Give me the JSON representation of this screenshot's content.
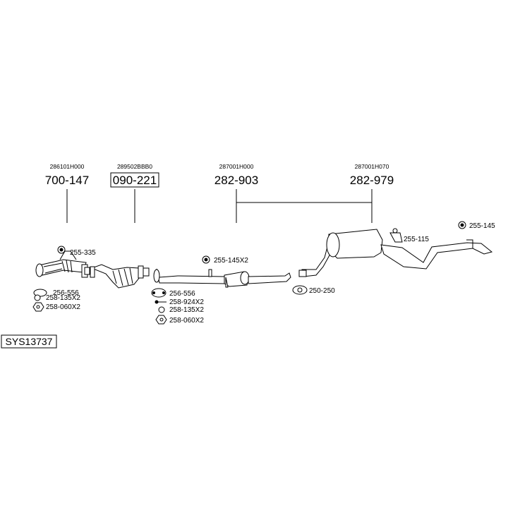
{
  "system_code": "SYS13737",
  "groups": [
    {
      "oem": "286101H000",
      "part": "700-147",
      "boxed": false
    },
    {
      "oem": "289502BBB0",
      "part": "090-221",
      "boxed": true
    },
    {
      "oem": "287001H000",
      "part": "282-903",
      "boxed": false
    },
    {
      "oem": "287001H070",
      "part": "282-979",
      "boxed": false
    }
  ],
  "fittings": {
    "f1": "255-335",
    "f2": "256-556",
    "f3": "258-135X2",
    "f4": "258-060X2",
    "f5": "256-556",
    "f6": "258-924X2",
    "f7": "258-135X2",
    "f8": "258-060X2",
    "f9": "255-145X2",
    "f10": "250-250",
    "f11": "255-115",
    "f12": "255-145"
  },
  "colors": {
    "line": "#000000",
    "background": "#ffffff"
  }
}
